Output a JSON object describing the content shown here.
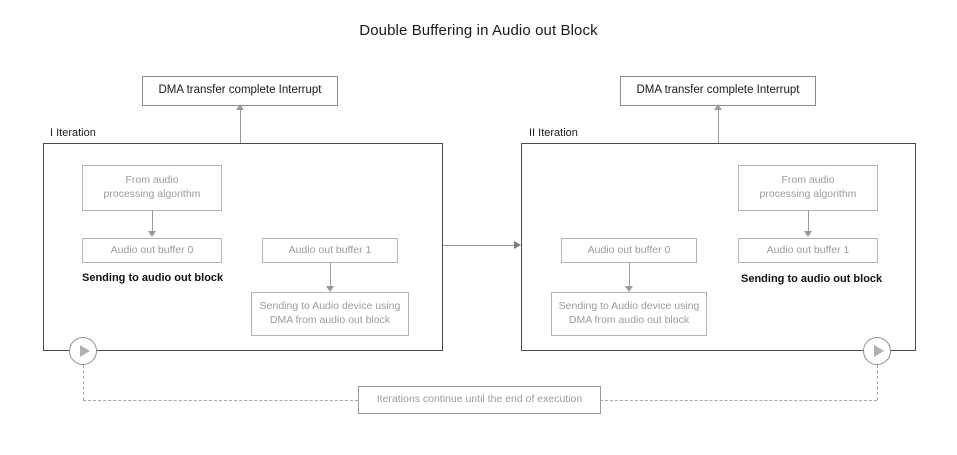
{
  "title": "Double Buffering in Audio out Block",
  "interrupts": [
    {
      "label": "DMA transfer complete Interrupt"
    },
    {
      "label": "DMA transfer complete Interrupt"
    }
  ],
  "iterations": [
    {
      "label": "I Iteration",
      "source_box": "From audio\nprocessing algorithm",
      "source_box_line1": "From audio",
      "source_box_line2": "processing algorithm",
      "active_buffer": "Audio out buffer 0",
      "active_note": "Sending to audio out block",
      "dma_buffer": "Audio out buffer 1",
      "dma_box_line1": "Sending to Audio device using",
      "dma_box_line2": "DMA from audio out block"
    },
    {
      "label": "II Iteration",
      "source_box_line1": "From audio",
      "source_box_line2": "processing algorithm",
      "active_buffer": "Audio out buffer 1",
      "active_note": "Sending to audio out block",
      "dma_buffer": "Audio out buffer 0",
      "dma_box_line1": "Sending to Audio device using",
      "dma_box_line2": "DMA from audio out block"
    }
  ],
  "loop": {
    "label": "Iterations continue until the end of execution",
    "marker_icon": "play-icon"
  },
  "colors": {
    "panel_border": "#4a4a50",
    "box_border_dark": "#8a8a8a",
    "box_border_gray": "#b4b4b4",
    "gray_text": "#9b9b9b",
    "connector": "#9a9a9a",
    "dashed": "#a8a8a8",
    "text": "#1a1a1a"
  }
}
